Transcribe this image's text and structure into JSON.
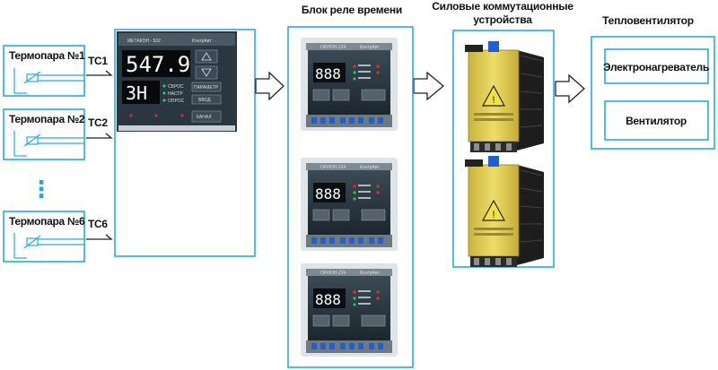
{
  "colors": {
    "frame": "#2aa8e0",
    "arrow": "#222222",
    "device_panel": "#1d2a33",
    "device_body": "#2d3a44",
    "contactor_yellow": "#e6d35a",
    "heatsink": "#222222"
  },
  "sensors": [
    {
      "label": "Термопара №1",
      "tc": "ТС1"
    },
    {
      "label": "Термопара №2",
      "tc": "ТС2"
    },
    {
      "label": "Термопара №6",
      "tc": "ТС6"
    }
  ],
  "ellipsis": "⋮",
  "controller": {
    "brand": "МЕТАКОН - 532",
    "maker": "КонтрАвт",
    "display_top": "547.9",
    "display_bottom": "3H",
    "led_labels": [
      "СБРОС",
      "НАСТР",
      "ОПРОС"
    ],
    "buttons": [
      "ПАРАМЕТР",
      "ВВОД",
      "КАНАЛ"
    ]
  },
  "relay_block": {
    "title": "Блок реле времени",
    "device_model": "ОРИОН-224",
    "device_maker": "КонтрАвт",
    "display": "888",
    "count": 3
  },
  "power_devices": {
    "title_line1": "Силовые коммутационные",
    "title_line2": "устройства",
    "count": 2
  },
  "heater": {
    "title": "Тепловентилятор",
    "items": [
      "Электронагреватель",
      "Вентилятор"
    ]
  }
}
